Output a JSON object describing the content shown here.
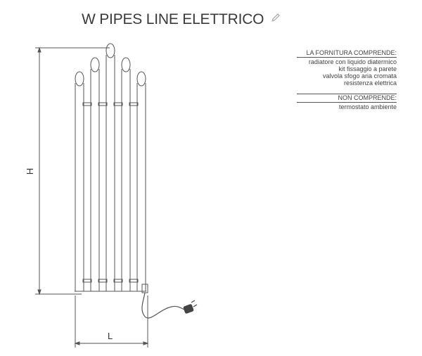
{
  "title": "W PIPES LINE ELETTRICO",
  "icons": {
    "title_icon": "pencil-icon",
    "plug_icon": "electric-plug-icon"
  },
  "specs": {
    "included_header": "LA FORNITURA COMPRENDE:",
    "included_items": [
      "radiatore con liquido diatermico",
      "kit fissaggio a parete",
      "valvola sfogo aria cromata",
      "resistenza elettrica"
    ],
    "excluded_header": "NON COMPRENDE:",
    "excluded_items": [
      "termostato ambiente"
    ]
  },
  "dimensions": {
    "height_label": "H",
    "width_label": "L"
  }
}
